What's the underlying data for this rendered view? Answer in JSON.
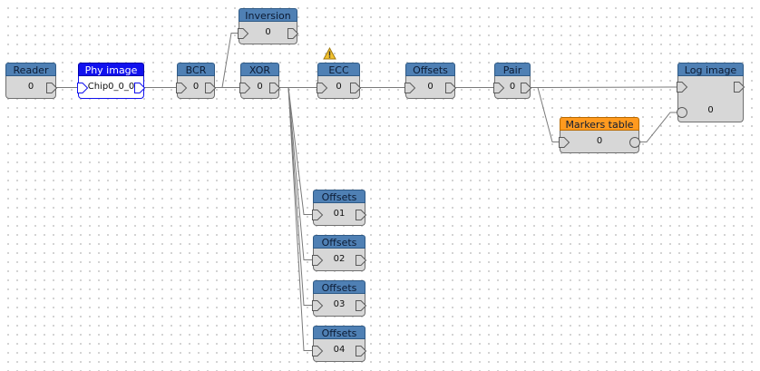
{
  "colors": {
    "header_default": "#4f80b4",
    "header_selected": "#1111ee",
    "header_highlight": "#ff9a1f",
    "selected_text": "#ffffff",
    "wire": "#7a7a7a",
    "warning": "#f3c22e"
  },
  "nodes": {
    "reader": {
      "title": "Reader",
      "value": "0"
    },
    "phy_image": {
      "title": "Phy image",
      "value": "Chip0_0_0"
    },
    "bcr": {
      "title": "BCR",
      "value": "0"
    },
    "inversion": {
      "title": "Inversion",
      "value": "0"
    },
    "xor": {
      "title": "XOR",
      "value": "0"
    },
    "ecc": {
      "title": "ECC",
      "value": "0",
      "warning_icon": "warning-triangle"
    },
    "offsets_main": {
      "title": "Offsets",
      "value": "0"
    },
    "pair": {
      "title": "Pair",
      "value": "0"
    },
    "markers_table": {
      "title": "Markers table",
      "value": "0"
    },
    "log_image": {
      "title": "Log image",
      "value": "0"
    },
    "offsets_01": {
      "title": "Offsets",
      "value": "01"
    },
    "offsets_02": {
      "title": "Offsets",
      "value": "02"
    },
    "offsets_03": {
      "title": "Offsets",
      "value": "03"
    },
    "offsets_04": {
      "title": "Offsets",
      "value": "04"
    }
  }
}
